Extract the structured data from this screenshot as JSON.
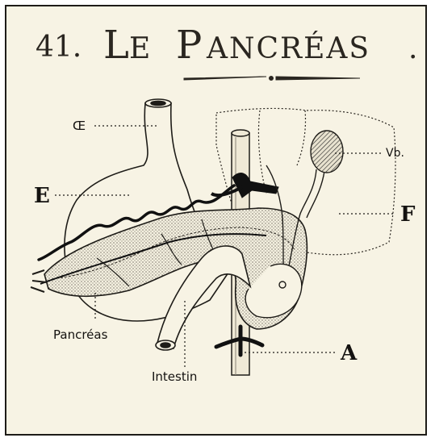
{
  "title": {
    "number": "41.",
    "initial1": "L",
    "rest1": "E",
    "initial2": "P",
    "rest2": "ANCRÉAS",
    "end": "."
  },
  "labels": {
    "oe": "Œ",
    "e": "E",
    "vb": "Vb.",
    "f": "F",
    "pancreas": "Pancréas",
    "intestin": "Intestin",
    "a": "A"
  },
  "colors": {
    "paper": "#f7f3e4",
    "ink": "#141210"
  }
}
